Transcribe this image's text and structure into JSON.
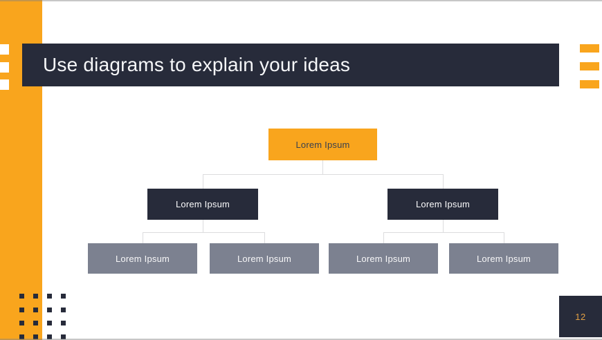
{
  "slide": {
    "title": "Use diagrams to explain your ideas",
    "page_number": "12"
  },
  "diagram": {
    "type": "org-chart",
    "root": {
      "label": "Lorem Ipsum"
    },
    "level2": [
      {
        "label": "Lorem Ipsum"
      },
      {
        "label": "Lorem Ipsum"
      }
    ],
    "level3": [
      {
        "label": "Lorem Ipsum"
      },
      {
        "label": "Lorem Ipsum"
      },
      {
        "label": "Lorem Ipsum"
      },
      {
        "label": "Lorem Ipsum"
      }
    ]
  },
  "colors": {
    "accent_orange": "#F9A51D",
    "navy": "#272B3A",
    "gray_node": "#7C8190",
    "connector": "#DCDCDE",
    "page_number_text": "#E3A044",
    "title_text": "#F5F6F8"
  }
}
